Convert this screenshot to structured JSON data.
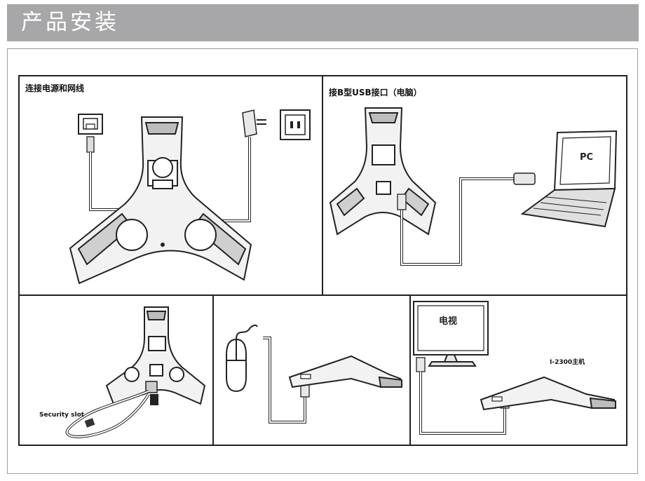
{
  "header": {
    "title": "产品安装"
  },
  "panels": {
    "power_network": {
      "label": "连接电源和网线"
    },
    "usb_b": {
      "label": "接B型USB接口（电脑）",
      "pc_label": "PC"
    },
    "security": {
      "label": "Security slot"
    },
    "mouse": {},
    "tv": {
      "tv_label": "电视",
      "host_label": "I-2300主机"
    }
  },
  "colors": {
    "header_bg": "#a7a7a9",
    "line": "#222222",
    "device_gray": "#cfcfcf"
  }
}
